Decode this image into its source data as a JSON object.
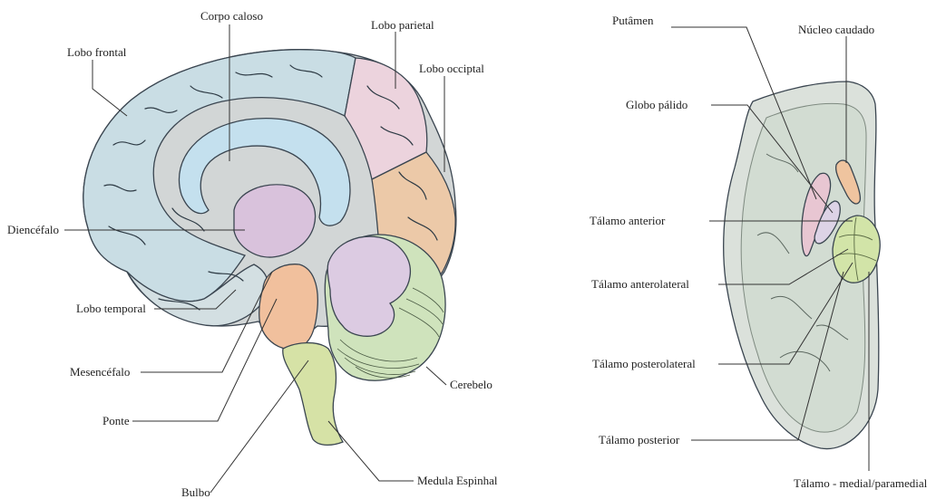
{
  "brain_labels": {
    "corpo_caloso": "Corpo caloso",
    "lobo_parietal": "Lobo parietal",
    "lobo_frontal": "Lobo frontal",
    "lobo_occipital": "Lobo occiptal",
    "diencefalo": "Diencéfalo",
    "lobo_temporal": "Lobo temporal",
    "mesencefalo": "Mesencéfalo",
    "ponte": "Ponte",
    "cerebelo": "Cerebelo",
    "bulbo": "Bulbo",
    "medula": "Medula Espinhal"
  },
  "section_labels": {
    "putamen": "Putâmen",
    "nucleo_caudado": "Núcleo caudado",
    "globo_palido": "Globo pálido",
    "talamo_anterior": "Tálamo anterior",
    "talamo_anterolateral": "Tálamo anterolateral",
    "talamo_posterolateral": "Tálamo posterolateral",
    "talamo_posterior": "Tálamo posterior",
    "talamo_medial": "Tálamo - medial/paramedial"
  },
  "colors": {
    "frontal": "#c9dde4",
    "parietal": "#ecd3dd",
    "occipital": "#ecc9a8",
    "temporal": "#d3dfe2",
    "inner": "#d2d6d6",
    "corpus_callosum": "#c4e0ee",
    "diencephalon": "#d9c2dc",
    "midbrain": "#f1c09d",
    "pons_medulla": "#d6e2a6",
    "cerebellum_tree": "#dccbe2",
    "cerebellum_cortex": "#cfe3bc",
    "slice_fill": "#dbe1db",
    "slice_inner": "#d2dcd2",
    "putamen": "#e8c6d2",
    "globus": "#ddd3e6",
    "caudate": "#efc49f",
    "thalamus": "#d2e4a8"
  }
}
